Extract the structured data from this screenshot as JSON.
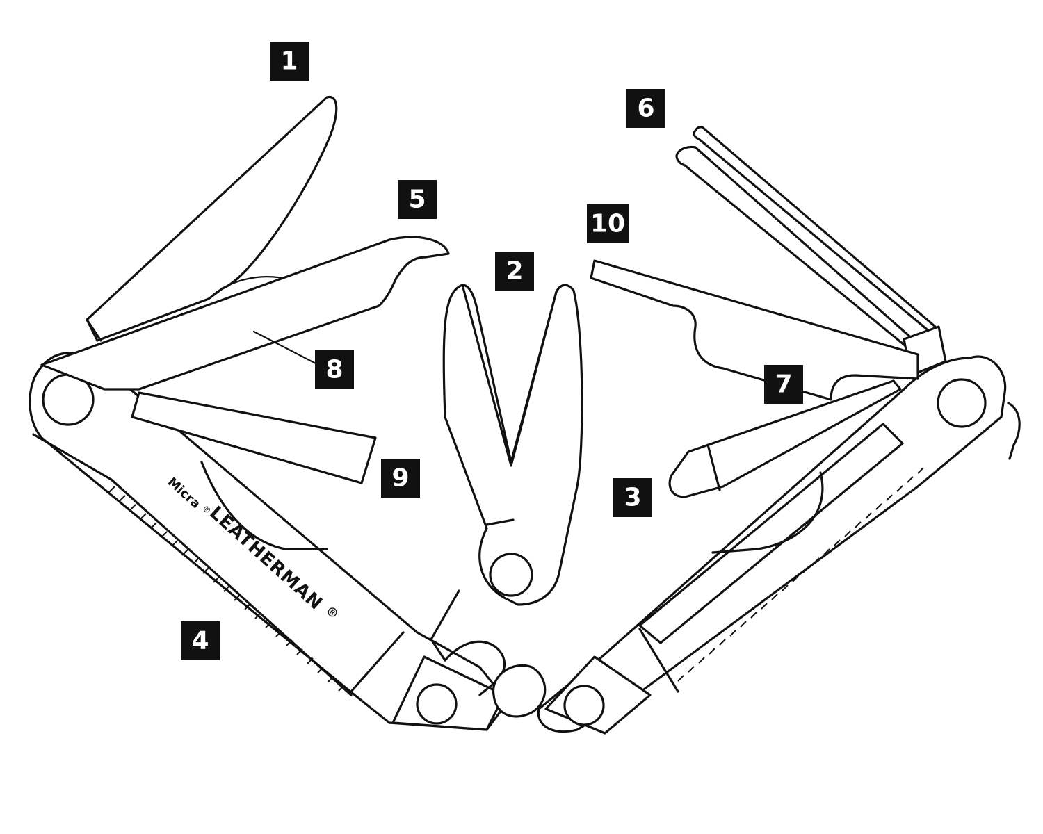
{
  "diagram": {
    "brand_text": "LEATHERMAN",
    "brand_reg": "®",
    "model_text": "Micra",
    "model_reg": "®",
    "callouts": [
      {
        "id": "callout-1",
        "label": "1"
      },
      {
        "id": "callout-2",
        "label": "2"
      },
      {
        "id": "callout-3",
        "label": "3"
      },
      {
        "id": "callout-4",
        "label": "4"
      },
      {
        "id": "callout-5",
        "label": "5"
      },
      {
        "id": "callout-6",
        "label": "6"
      },
      {
        "id": "callout-7",
        "label": "7"
      },
      {
        "id": "callout-8",
        "label": "8"
      },
      {
        "id": "callout-9",
        "label": "9"
      },
      {
        "id": "callout-10",
        "label": "10"
      }
    ],
    "colors": {
      "ink": "#111111",
      "background": "#ffffff",
      "badge_text": "#ffffff"
    }
  }
}
